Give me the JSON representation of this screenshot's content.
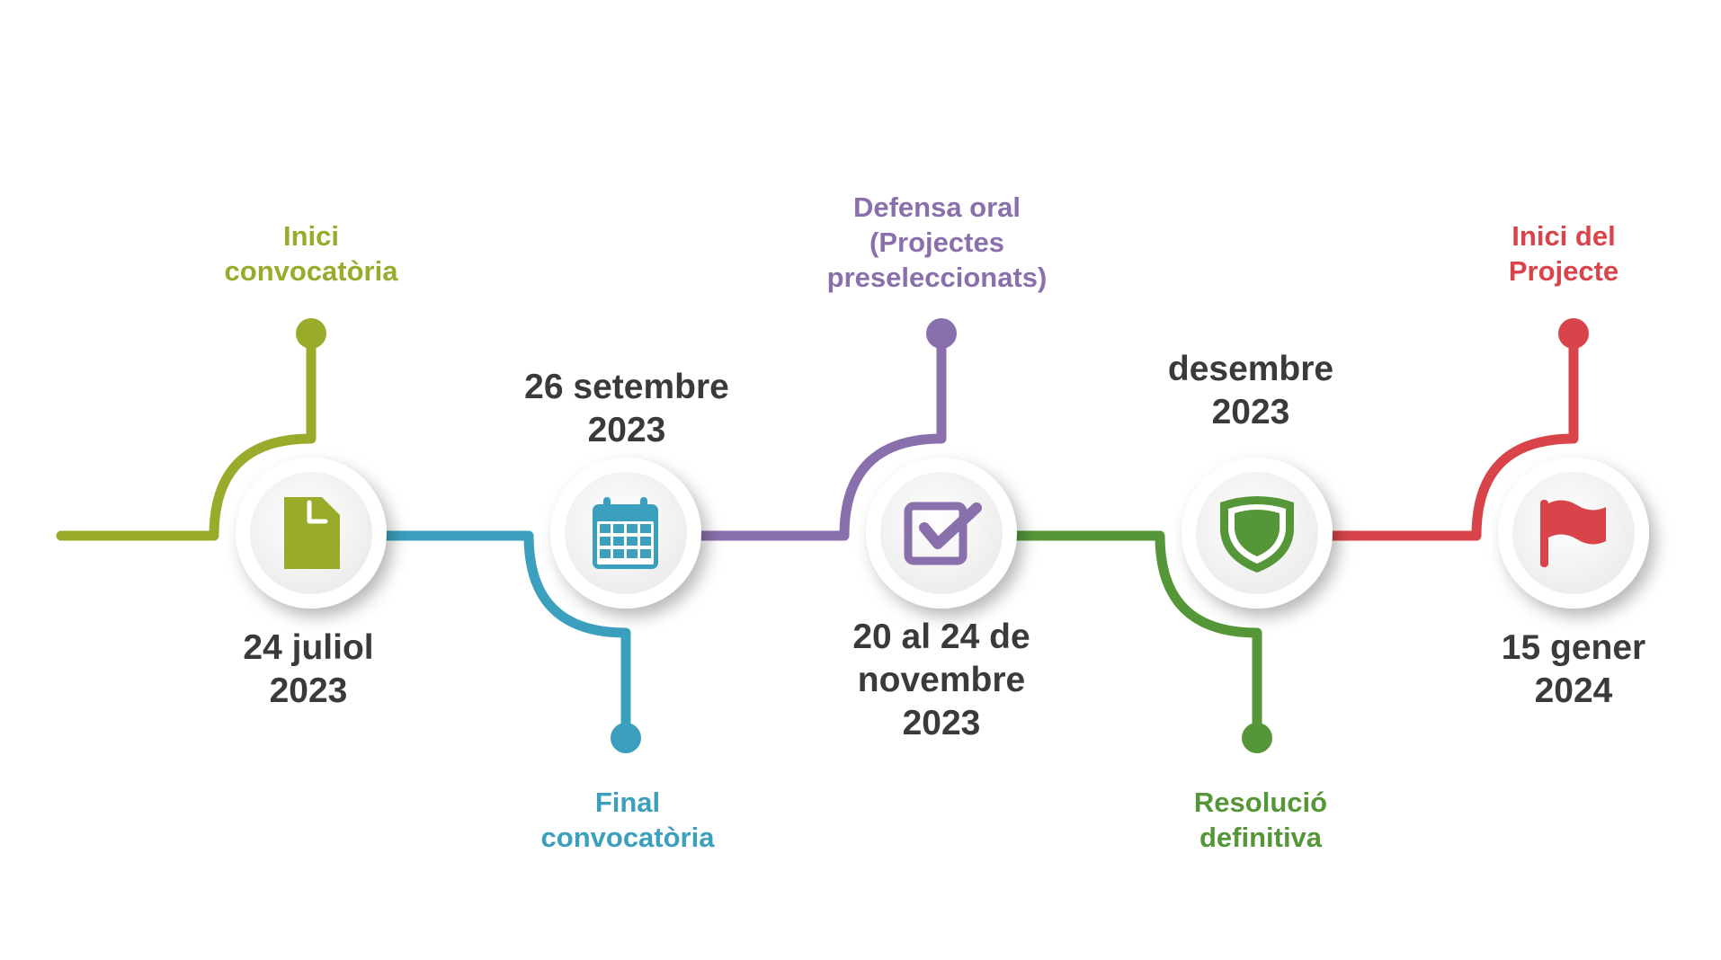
{
  "milestones": [
    {
      "event": [
        "Inici",
        "convocatòria"
      ],
      "date": [
        "24 juliol",
        "2023"
      ],
      "icon": "document-icon",
      "color": "#9aab2c"
    },
    {
      "event": [
        "Final",
        "convocatòria"
      ],
      "date": [
        "26 setembre",
        "2023"
      ],
      "icon": "calendar-icon",
      "color": "#3b9fbe"
    },
    {
      "event": [
        "Defensa oral",
        "(Projectes",
        "preseleccionats)"
      ],
      "date": [
        "20 al 24 de",
        "novembre",
        "2023"
      ],
      "icon": "checkbox-icon",
      "color": "#8a6fad"
    },
    {
      "event": [
        "Resolució",
        "definitiva"
      ],
      "date": [
        "desembre",
        "2023"
      ],
      "icon": "shield-icon",
      "color": "#559638"
    },
    {
      "event": [
        "Inici del",
        "Projecte"
      ],
      "date": [
        "15 gener",
        "2024"
      ],
      "icon": "flag-icon",
      "color": "#d9444a"
    }
  ]
}
